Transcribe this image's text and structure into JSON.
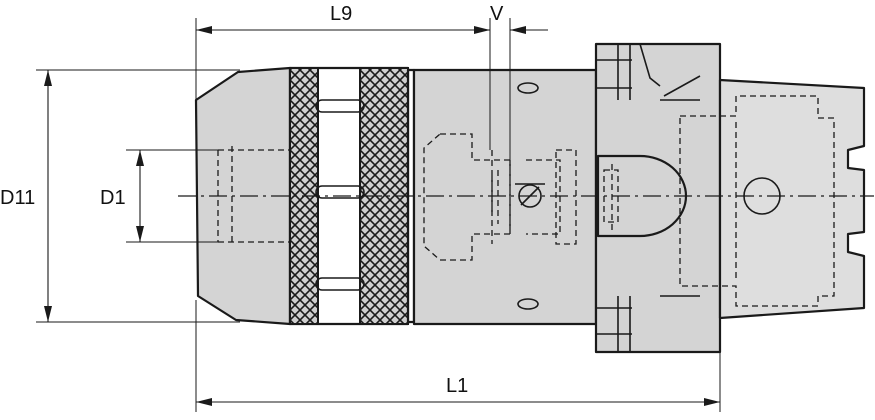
{
  "dimensions": {
    "l9": "L9",
    "v": "V",
    "d11": "D11",
    "d1": "D1",
    "l1": "L1"
  },
  "colors": {
    "body": "#d4d4d4",
    "line": "#1a1a1a",
    "background": "#ffffff"
  }
}
